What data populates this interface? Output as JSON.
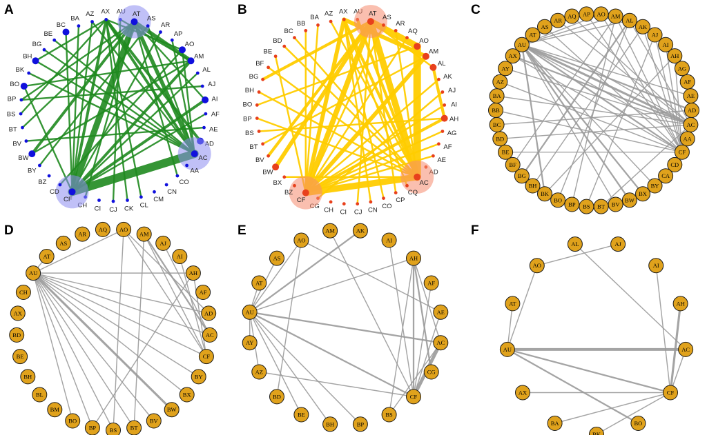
{
  "figure": {
    "panels": [
      {
        "letter": "A",
        "style": "green",
        "node_color": "#1010dd",
        "edge_color": "#1f8a1f",
        "hub_color": "#8c8cf0",
        "nodes": [
          "AU",
          "AT",
          "AS",
          "AR",
          "AP",
          "AO",
          "AM",
          "AL",
          "AJ",
          "AI",
          "AF",
          "AE",
          "AD",
          "AC",
          "AA",
          "CO",
          "CN",
          "CM",
          "CL",
          "CK",
          "CJ",
          "CI",
          "CH",
          "CF",
          "CD",
          "BZ",
          "BY",
          "BW",
          "BV",
          "BT",
          "BS",
          "BP",
          "BO",
          "BK",
          "BH",
          "BG",
          "BE",
          "BC",
          "BA",
          "AZ",
          "AX"
        ],
        "hubs": [
          "AT",
          "AC",
          "CF"
        ],
        "medium": [
          "AO",
          "AM",
          "BW",
          "BO",
          "BC",
          "AI",
          "AD",
          "BH"
        ],
        "edges": [
          [
            "AT",
            "CF",
            5
          ],
          [
            "AC",
            "CF",
            7
          ],
          [
            "AT",
            "AC",
            3
          ],
          [
            "AT",
            "AM",
            3
          ],
          [
            "AM",
            "CF",
            2
          ],
          [
            "AX",
            "AC",
            2
          ],
          [
            "AX",
            "AD",
            2
          ],
          [
            "AT",
            "BW",
            2
          ],
          [
            "AX",
            "CF",
            2
          ],
          [
            "AI",
            "CF",
            2
          ],
          [
            "AM",
            "BO",
            1
          ],
          [
            "AO",
            "AC",
            1
          ],
          [
            "AL",
            "CF",
            1
          ],
          [
            "AT",
            "BP",
            1
          ],
          [
            "AX",
            "BS",
            1
          ],
          [
            "BO",
            "CF",
            1
          ],
          [
            "AZ",
            "CF",
            1
          ],
          [
            "AT",
            "BT",
            1
          ],
          [
            "AX",
            "AO",
            1
          ],
          [
            "AU",
            "AM",
            1
          ],
          [
            "AT",
            "AI",
            1
          ],
          [
            "AF",
            "CF",
            1
          ],
          [
            "BW",
            "AM",
            1
          ],
          [
            "BH",
            "AC",
            1
          ],
          [
            "BC",
            "CF",
            1
          ],
          [
            "BG",
            "AC",
            1
          ],
          [
            "BK",
            "AC",
            1
          ],
          [
            "AE",
            "BV",
            1
          ],
          [
            "AR",
            "CF",
            1
          ],
          [
            "AS",
            "BY",
            1
          ],
          [
            "AZ",
            "AC",
            1
          ],
          [
            "BA",
            "CF",
            1
          ],
          [
            "AX",
            "CK",
            1
          ],
          [
            "AT",
            "CH",
            1
          ],
          [
            "AO",
            "CD",
            1
          ],
          [
            "BE",
            "AC",
            1
          ],
          [
            "AX",
            "BH",
            1
          ],
          [
            "AJ",
            "BP",
            1
          ],
          [
            "AP",
            "AC",
            1
          ],
          [
            "AS",
            "AC",
            1
          ],
          [
            "AT",
            "CO",
            1
          ],
          [
            "AX",
            "CL",
            1
          ],
          [
            "AU",
            "CJ",
            1
          ]
        ]
      },
      {
        "letter": "B",
        "style": "yellow",
        "node_color": "#e8401c",
        "edge_color": "#ffcc00",
        "hub_color": "#f58a6e",
        "nodes": [
          "AU",
          "AT",
          "AS",
          "AR",
          "AQ",
          "AO",
          "AM",
          "AL",
          "AK",
          "AJ",
          "AI",
          "AH",
          "AG",
          "AF",
          "AE",
          "AD",
          "AC",
          "CQ",
          "CP",
          "CO",
          "CN",
          "CJ",
          "CI",
          "CH",
          "CG",
          "CF",
          "BZ",
          "BX",
          "BW",
          "BV",
          "BT",
          "BS",
          "BP",
          "BO",
          "BH",
          "BG",
          "BF",
          "BE",
          "BD",
          "BC",
          "BB",
          "BA",
          "AZ",
          "AX"
        ],
        "hubs": [
          "AT",
          "AC",
          "CF"
        ],
        "medium": [
          "AO",
          "AM",
          "AL",
          "AH",
          "BW"
        ],
        "edges": [
          [
            "AT",
            "AO",
            5
          ],
          [
            "AO",
            "AC",
            6
          ],
          [
            "AT",
            "CF",
            4
          ],
          [
            "AT",
            "AC",
            5
          ],
          [
            "AM",
            "CF",
            3
          ],
          [
            "AX",
            "CF",
            3
          ],
          [
            "AC",
            "CF",
            5
          ],
          [
            "AT",
            "BW",
            3
          ],
          [
            "AX",
            "AM",
            3
          ],
          [
            "AH",
            "CF",
            2
          ],
          [
            "AL",
            "AH",
            2
          ],
          [
            "AX",
            "AC",
            2
          ],
          [
            "AT",
            "BG",
            2
          ],
          [
            "AT",
            "BV",
            2
          ],
          [
            "AU",
            "AC",
            2
          ],
          [
            "AO",
            "BO",
            1
          ],
          [
            "AT",
            "AL",
            1
          ],
          [
            "BA",
            "CF",
            1
          ],
          [
            "BC",
            "AC",
            1
          ],
          [
            "BF",
            "AC",
            1
          ],
          [
            "BB",
            "CF",
            1
          ],
          [
            "BD",
            "AC",
            1
          ],
          [
            "BE",
            "CF",
            1
          ],
          [
            "AZ",
            "AC",
            1
          ],
          [
            "AS",
            "CF",
            1
          ],
          [
            "AR",
            "AC",
            1
          ],
          [
            "AQ",
            "CF",
            1
          ],
          [
            "AK",
            "CF",
            1
          ],
          [
            "AJ",
            "CG",
            1
          ],
          [
            "AI",
            "CF",
            1
          ],
          [
            "AG",
            "CF",
            1
          ],
          [
            "AF",
            "CF",
            1
          ],
          [
            "AE",
            "CF",
            1
          ],
          [
            "AX",
            "CQ",
            1
          ],
          [
            "AT",
            "CP",
            1
          ],
          [
            "AX",
            "CO",
            1
          ],
          [
            "BH",
            "AC",
            1
          ],
          [
            "BP",
            "AC",
            1
          ],
          [
            "BS",
            "AH",
            1
          ],
          [
            "BT",
            "AM",
            1
          ],
          [
            "BX",
            "AC",
            1
          ],
          [
            "AX",
            "CN",
            1
          ],
          [
            "AT",
            "CJ",
            1
          ]
        ]
      },
      {
        "letter": "C",
        "style": "orange",
        "nodes": [
          "AO",
          "AM",
          "AL",
          "AK",
          "AJ",
          "AI",
          "AH",
          "AG",
          "AF",
          "AE",
          "AD",
          "AC",
          "AA",
          "CF",
          "CD",
          "CA",
          "BY",
          "BX",
          "BW",
          "BV",
          "BT",
          "BS",
          "BP",
          "BO",
          "BK",
          "BH",
          "BG",
          "BF",
          "BE",
          "BD",
          "BC",
          "BB",
          "BA",
          "AZ",
          "AY",
          "AX",
          "AU",
          "AT",
          "AS",
          "AR",
          "AQ",
          "AP"
        ],
        "edges": [
          [
            "AU",
            "AC",
            3
          ],
          [
            "AU",
            "AD",
            2
          ],
          [
            "AU",
            "CF",
            2
          ],
          [
            "AU",
            "BW",
            2
          ],
          [
            "AU",
            "BX",
            2
          ],
          [
            "AU",
            "AE",
            1
          ],
          [
            "AU",
            "AA",
            1
          ],
          [
            "AU",
            "BY",
            1
          ],
          [
            "AU",
            "BK",
            2
          ],
          [
            "AU",
            "BV",
            1
          ],
          [
            "AU",
            "AL",
            1
          ],
          [
            "AU",
            "AM",
            1
          ],
          [
            "AU",
            "AO",
            1
          ],
          [
            "AX",
            "AC",
            2
          ],
          [
            "AX",
            "CF",
            1
          ],
          [
            "AY",
            "AC",
            1
          ],
          [
            "AZ",
            "CF",
            1
          ],
          [
            "BA",
            "AC",
            1
          ],
          [
            "BB",
            "CF",
            1
          ],
          [
            "BC",
            "AD",
            1
          ],
          [
            "BD",
            "AC",
            1
          ],
          [
            "BE",
            "CF",
            1
          ],
          [
            "BF",
            "AM",
            1
          ],
          [
            "BG",
            "AL",
            2
          ],
          [
            "BH",
            "AK",
            1
          ],
          [
            "BO",
            "AL",
            1
          ],
          [
            "BP",
            "AM",
            1
          ],
          [
            "BS",
            "AJ",
            1
          ],
          [
            "BT",
            "AC",
            1
          ],
          [
            "BK",
            "AH",
            1
          ],
          [
            "AO",
            "CF",
            1
          ],
          [
            "AM",
            "CF",
            1
          ],
          [
            "AL",
            "AC",
            1
          ],
          [
            "AK",
            "CF",
            1
          ],
          [
            "AJ",
            "CF",
            1
          ],
          [
            "AI",
            "CF",
            1
          ],
          [
            "AH",
            "CF",
            1
          ],
          [
            "AT",
            "AC",
            1
          ],
          [
            "AS",
            "CF",
            1
          ],
          [
            "AR",
            "AC",
            1
          ],
          [
            "AQ",
            "AC",
            1
          ],
          [
            "AP",
            "CF",
            1
          ]
        ]
      },
      {
        "letter": "D",
        "style": "orange",
        "nodes": [
          "AO",
          "AM",
          "AJ",
          "AI",
          "AH",
          "AF",
          "AD",
          "AC",
          "CF",
          "BY",
          "BX",
          "BW",
          "BV",
          "BT",
          "BS",
          "BP",
          "BO",
          "BM",
          "BL",
          "BH",
          "BE",
          "BD",
          "AX",
          "CH",
          "AU",
          "AT",
          "AS",
          "AR",
          "AQ"
        ],
        "edges": [
          [
            "AU",
            "BW",
            3
          ],
          [
            "AU",
            "AC",
            1
          ],
          [
            "AU",
            "AD",
            1
          ],
          [
            "AU",
            "CF",
            1
          ],
          [
            "AU",
            "BX",
            1
          ],
          [
            "AU",
            "BS",
            1
          ],
          [
            "AU",
            "BP",
            1
          ],
          [
            "AU",
            "BO",
            1
          ],
          [
            "AU",
            "BT",
            1
          ],
          [
            "AU",
            "BY",
            1
          ],
          [
            "AU",
            "AH",
            1
          ],
          [
            "AU",
            "AO",
            1
          ],
          [
            "AU",
            "BV",
            1
          ],
          [
            "AM",
            "AC",
            2
          ],
          [
            "AM",
            "CF",
            1
          ],
          [
            "AO",
            "CF",
            1
          ],
          [
            "AJ",
            "AC",
            1
          ],
          [
            "AO",
            "AD",
            1
          ],
          [
            "AI",
            "CF",
            1
          ],
          [
            "AO",
            "BS",
            1
          ],
          [
            "AM",
            "BT",
            1
          ],
          [
            "AH",
            "CF",
            1
          ],
          [
            "AT",
            "AU",
            1
          ],
          [
            "AH",
            "BP",
            1
          ]
        ]
      },
      {
        "letter": "E",
        "style": "orange",
        "nodes": [
          "AK",
          "AI",
          "AH",
          "AF",
          "AE",
          "AC",
          "CG",
          "CF",
          "BS",
          "BP",
          "BH",
          "BE",
          "BD",
          "AZ",
          "AY",
          "AU",
          "AT",
          "AS",
          "AO",
          "AM"
        ],
        "edges": [
          [
            "AC",
            "CF",
            5
          ],
          [
            "AU",
            "AC",
            2
          ],
          [
            "AU",
            "CF",
            2
          ],
          [
            "AU",
            "AK",
            2
          ],
          [
            "AH",
            "CF",
            2
          ],
          [
            "AH",
            "CG",
            2
          ],
          [
            "AU",
            "AH",
            1
          ],
          [
            "AU",
            "AO",
            1
          ],
          [
            "AU",
            "AT",
            1
          ],
          [
            "AU",
            "AS",
            1
          ],
          [
            "AU",
            "AY",
            1
          ],
          [
            "AU",
            "AZ",
            1
          ],
          [
            "AU",
            "BE",
            1
          ],
          [
            "AU",
            "BH",
            1
          ],
          [
            "AU",
            "BP",
            1
          ],
          [
            "AM",
            "CF",
            1
          ],
          [
            "AO",
            "BD",
            1
          ],
          [
            "AI",
            "CF",
            1
          ],
          [
            "AH",
            "AC",
            1
          ],
          [
            "AF",
            "CF",
            1
          ],
          [
            "AE",
            "CF",
            1
          ],
          [
            "AZ",
            "CF",
            1
          ],
          [
            "BS",
            "AC",
            1
          ],
          [
            "AH",
            "BS",
            1
          ],
          [
            "AO",
            "AE",
            1
          ]
        ]
      },
      {
        "letter": "F",
        "style": "orange",
        "nodes": [
          "AJ",
          "AI",
          "AH",
          "AC",
          "CF",
          "BO",
          "BK",
          "BA",
          "AX",
          "AU",
          "AT",
          "AO",
          "AL"
        ],
        "edges": [
          [
            "AU",
            "AC",
            4
          ],
          [
            "AH",
            "CF",
            3
          ],
          [
            "AU",
            "CF",
            2
          ],
          [
            "AU",
            "BO",
            2
          ],
          [
            "AU",
            "AT",
            1
          ],
          [
            "AO",
            "AU",
            1
          ],
          [
            "AL",
            "AC",
            1
          ],
          [
            "AJ",
            "AO",
            1
          ],
          [
            "AX",
            "CF",
            1
          ],
          [
            "BA",
            "CF",
            1
          ],
          [
            "BK",
            "CF",
            1
          ],
          [
            "AI",
            "CF",
            1
          ],
          [
            "AC",
            "CF",
            1
          ]
        ]
      }
    ]
  }
}
